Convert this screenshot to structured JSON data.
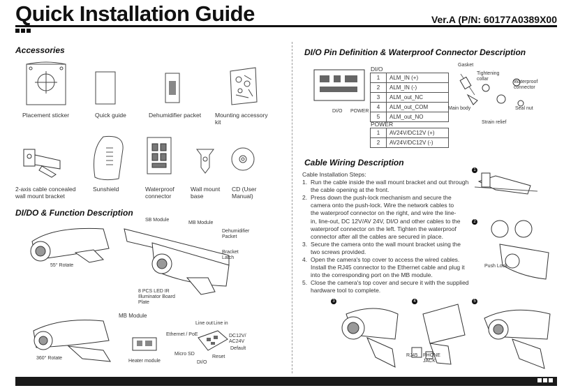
{
  "header": {
    "title": "Quick Installation Guide",
    "version": "Ver.A (P/N: 60177A0389X00"
  },
  "accessories": {
    "heading": "Accessories",
    "items": [
      {
        "label": "Placement sticker",
        "icon": "sticker-icon"
      },
      {
        "label": "Quick guide",
        "icon": "guide-icon"
      },
      {
        "label": "Dehumidifier packet",
        "icon": "packet-icon"
      },
      {
        "label": "Mounting accessory kit",
        "icon": "screws-icon"
      },
      {
        "label": "2-axis cable concealed wall mount bracket",
        "icon": "bracket-icon"
      },
      {
        "label": "Sunshield",
        "icon": "sunshield-icon"
      },
      {
        "label": "Waterproof connector",
        "icon": "connector-icon"
      },
      {
        "label": "Wall mount base",
        "icon": "base-icon"
      },
      {
        "label": "CD (User Manual)",
        "icon": "cd-icon"
      }
    ]
  },
  "function": {
    "heading": "DI/DO & Function Description",
    "labels": {
      "rotate55": "55° Rotate",
      "sb_module": "SB Module",
      "mb_module_top": "MB Module",
      "dehumidifier": "Dehumidifier Packet",
      "bracket_latch": "Bracket Latch",
      "ir_board": "8 PCS LED IR Illuminator Board Plate",
      "mb_module": "MB Module",
      "rotate360": "360° Rotate",
      "heater": "Heater module",
      "line_out": "Line out",
      "line_in": "Line in",
      "ethernet": "Ethernet / PoE",
      "dc12": "DC12V/ AC24V",
      "default": "Default",
      "micro_sd": "Micro SD",
      "reset": "Reset",
      "dido": "DI/O"
    }
  },
  "pins": {
    "heading": "DI/O Pin Definition & Waterproof Connector Description",
    "dio_label": "DI/O",
    "power_label": "POWER",
    "img_dio": "DI/O",
    "img_power": "POWER",
    "dio_rows": [
      {
        "n": "1",
        "v": "ALM_IN (+)"
      },
      {
        "n": "2",
        "v": "ALM_IN (-)"
      },
      {
        "n": "3",
        "v": "ALM_out_NC"
      },
      {
        "n": "4",
        "v": "ALM_out_COM"
      },
      {
        "n": "5",
        "v": "ALM_out_NO"
      }
    ],
    "power_rows": [
      {
        "n": "1",
        "v": "AV24V/DC12V (+)"
      },
      {
        "n": "2",
        "v": "AV24V/DC12V (-)"
      }
    ],
    "connector": {
      "gasket": "Gasket",
      "tightening": "Tightening collar",
      "waterproof": "Waterproof connector",
      "main_body": "Main body",
      "seal_nut": "Seal nut",
      "strain": "Strain relief"
    }
  },
  "wiring": {
    "heading": "Cable Wiring Description",
    "intro": "Cable Installation Steps:",
    "steps": [
      {
        "n": "1.",
        "lines": [
          "Run the cable inside the wall mount bracket and out through",
          "the cable opening at the front."
        ]
      },
      {
        "n": "2.",
        "lines": [
          "Press down the push-lock mechanism and secure the",
          "camera onto the push-lock. Wire the network cables to",
          "the waterproof connector on the right, and wire the line-",
          "in, line-out, DC 12V/AV 24V, DI/O and other cables to the",
          "waterproof connector on the left. Tighten the waterproof",
          "connector after all the cables are secured in place."
        ]
      },
      {
        "n": "3.",
        "lines": [
          "Secure the camera onto the wall mount bracket using the",
          "two screws provided."
        ]
      },
      {
        "n": "4.",
        "lines": [
          "Open the camera's top cover to access the wired cables.",
          "Install the RJ45 connector to the Ethernet cable and plug it",
          "into the corresponding port on the MB module."
        ]
      },
      {
        "n": "5.",
        "lines": [
          "Close the camera's top cover and secure it with the supplied",
          "hardware tool to complete."
        ]
      }
    ],
    "push_lock": "Push Lock",
    "rj45": "RJ45",
    "phone_jack": "PHONE JACK",
    "badges": [
      "1",
      "2",
      "3",
      "4",
      "5"
    ]
  }
}
